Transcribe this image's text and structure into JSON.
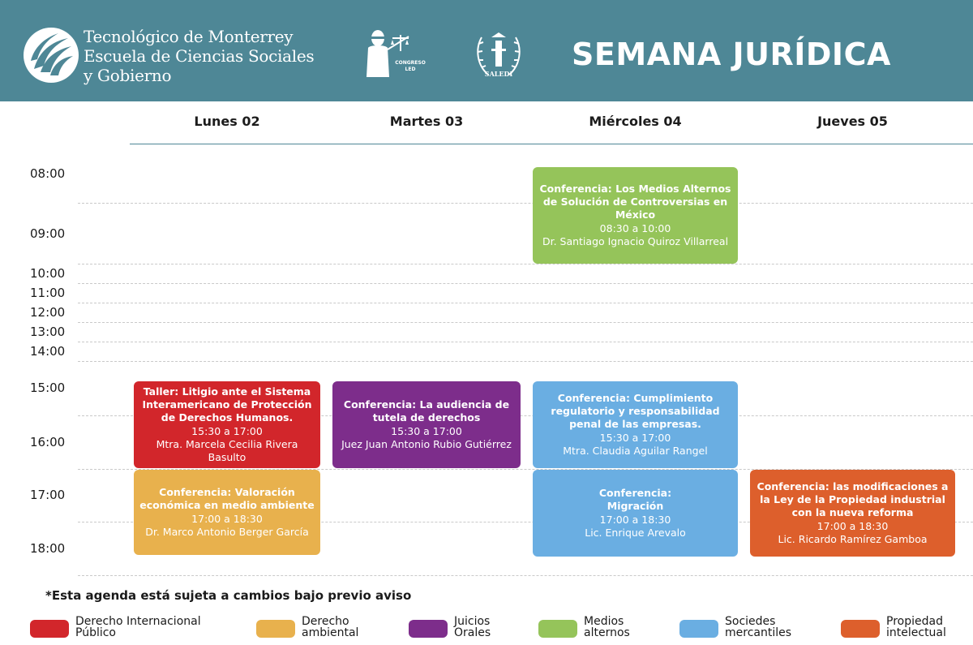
{
  "header": {
    "institution_lines": [
      "Tecnológico de Monterrey",
      "Escuela de Ciencias Sociales",
      "y Gobierno"
    ],
    "title": "SEMANA JURÍDICA",
    "congress_logo_text": [
      "CONGRESO",
      "LED"
    ],
    "saledi_logo_text": "SALEDI",
    "background_color": "#4e8796"
  },
  "days": [
    "Lunes 02",
    "Martes 03",
    "Miércoles 04",
    "Jueves 05"
  ],
  "times": [
    "08:00",
    "09:00",
    "10:00",
    "11:00",
    "12:00",
    "13:00",
    "14:00",
    "15:00",
    "16:00",
    "17:00",
    "18:00"
  ],
  "events": [
    {
      "lines": [
        "Conferencia: Los Medios Alternos de Solución de Controversias en México",
        "08:30 a 10:00",
        "Dr. Santiago Ignacio Quiroz Villarreal"
      ],
      "category": "Medios alternos",
      "color": "#95c45a"
    },
    {
      "lines": [
        "Taller: Litigio ante el Sistema Interamericano de Protección de Derechos Humanos.",
        "15:30 a 17:00",
        "Mtra. Marcela Cecilia Rivera Basulto"
      ],
      "category": "Derecho Internacional Público",
      "color": "#d2262b"
    },
    {
      "lines": [
        "Conferencia: La audiencia de tutela de derechos",
        "15:30 a 17:00",
        "Juez Juan Antonio Rubio Gutiérrez"
      ],
      "category": "Juicios Orales",
      "color": "#7d2d8b"
    },
    {
      "lines": [
        "Conferencia: Cumplimiento regulatorio y responsabilidad penal de las empresas.",
        "15:30 a 17:00",
        "Mtra. Claudia Aguilar Rangel"
      ],
      "category": "Sociedes mercantiles",
      "color": "#6aaee2"
    },
    {
      "lines": [
        "Conferencia: Valoración económica en medio ambiente",
        "17:00 a 18:30",
        "Dr. Marco Antonio Berger García"
      ],
      "category": "Derecho ambiental",
      "color": "#e8b14d"
    },
    {
      "lines": [
        "Conferencia: Migración",
        "17:00 a 18:30",
        "Lic. Enrique Arevalo"
      ],
      "category": "Sociedes mercantiles",
      "color": "#6aaee2"
    },
    {
      "lines": [
        "Conferencia: las modificaciones a la Ley de la Propiedad industrial con la nueva reforma",
        "17:00 a 18:30",
        "Lic. Ricardo Ramírez Gamboa"
      ],
      "category": "Propiedad intelectual",
      "color": "#dd5f2c"
    }
  ],
  "note": "*Esta agenda está sujeta a cambios bajo previo aviso",
  "legend": [
    {
      "label": "Derecho Internacional\nPúblico",
      "color": "#d2262b"
    },
    {
      "label": "Derecho\nambiental",
      "color": "#e8b14d"
    },
    {
      "label": "Juicios\nOrales",
      "color": "#7d2d8b"
    },
    {
      "label": "Medios\nalternos",
      "color": "#95c45a"
    },
    {
      "label": "Sociedes\nmercantiles",
      "color": "#6aaee2"
    },
    {
      "label": "Propiedad\nintelectual",
      "color": "#dd5f2c"
    }
  ]
}
